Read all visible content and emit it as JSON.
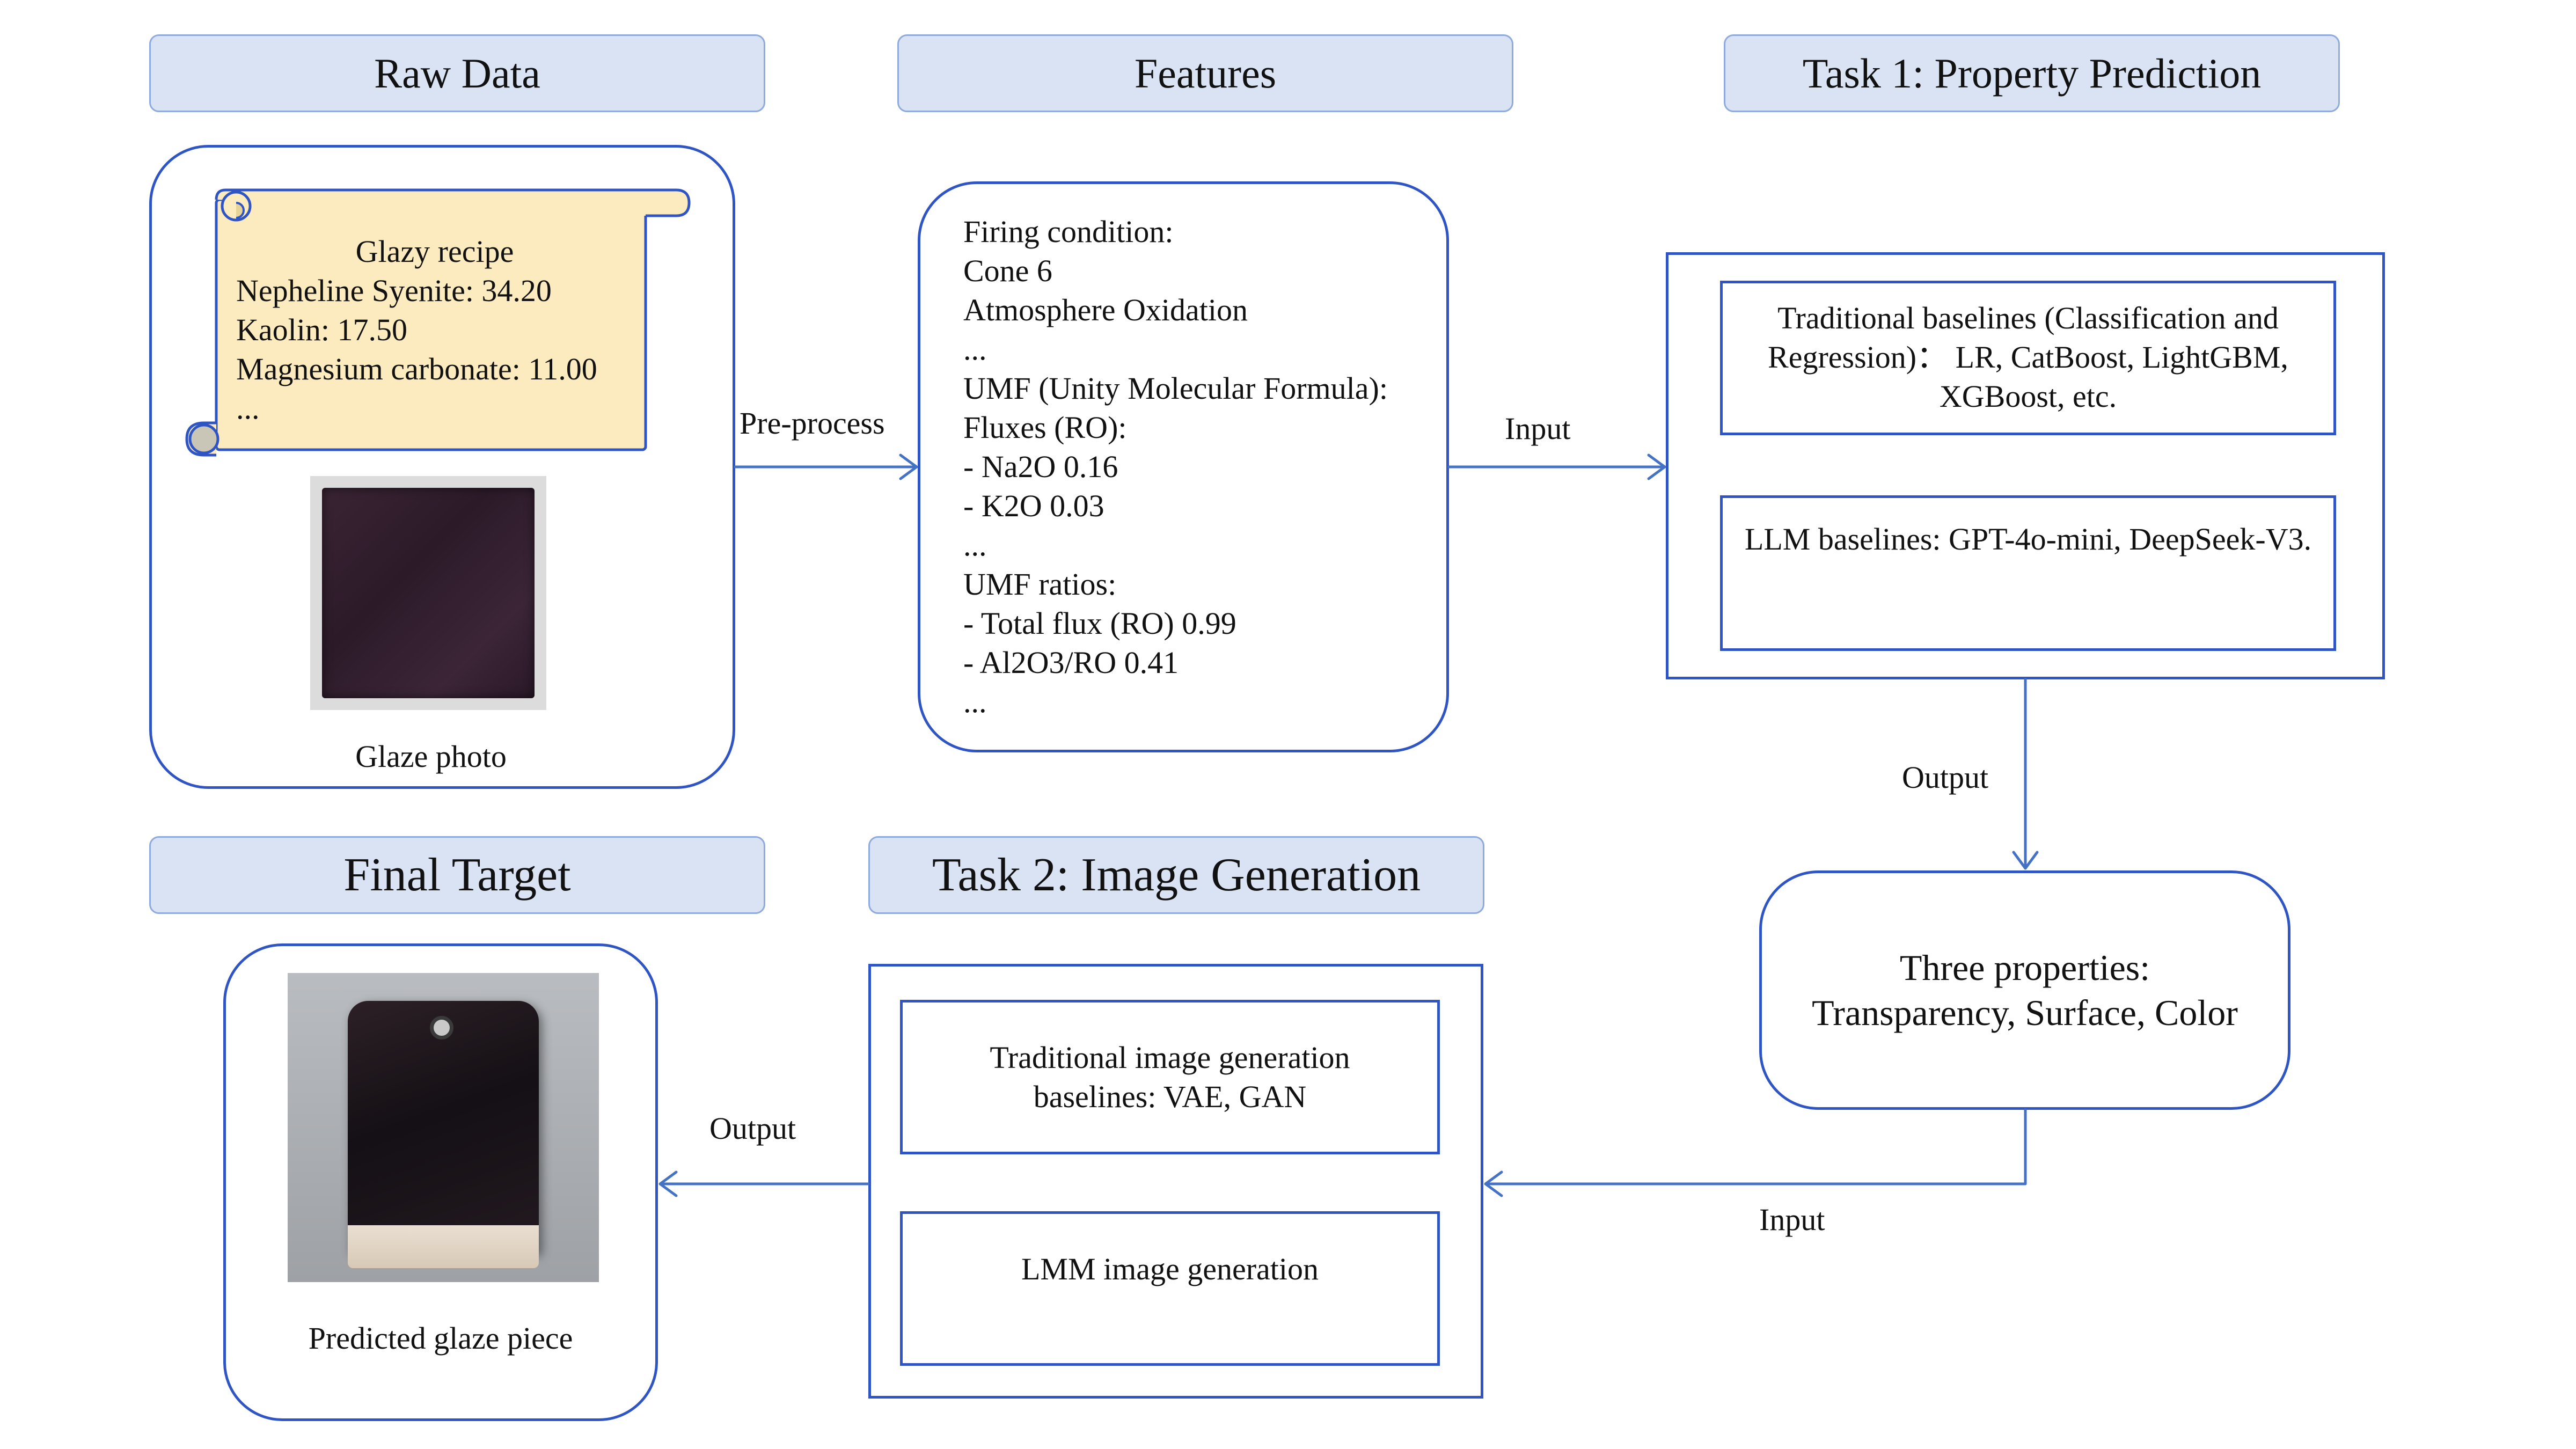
{
  "headers": {
    "raw_data": "Raw Data",
    "features": "Features",
    "task1": "Task 1: Property Prediction",
    "final_target": "Final Target",
    "task2": "Task 2: Image Generation"
  },
  "raw_data": {
    "recipe_title": "Glazy recipe",
    "recipe_lines": [
      "Nepheline Syenite: 34.20",
      "Kaolin: 17.50",
      "Magnesium carbonate: 11.00",
      "..."
    ],
    "photo_caption": "Glaze photo"
  },
  "features": {
    "lines": [
      "Firing condition:",
      "Cone 6",
      "Atmosphere Oxidation",
      "...",
      "UMF (Unity Molecular Formula):",
      "Fluxes (RO):",
      "- Na2O 0.16",
      "- K2O 0.03",
      "...",
      "UMF ratios:",
      "- Total flux (RO) 0.99",
      "- Al2O3/RO 0.41",
      "..."
    ]
  },
  "task1": {
    "traditional": "Traditional baselines (Classification and Regression)： LR, CatBoost, LightGBM, XGBoost, etc.",
    "llm": "LLM baselines:  GPT-4o-mini, DeepSeek-V3."
  },
  "properties": {
    "title": "Three properties:",
    "list": "Transparency, Surface, Color"
  },
  "task2": {
    "traditional": "Traditional image generation baselines: VAE, GAN",
    "lmm": "LMM image generation"
  },
  "final_target": {
    "caption": "Predicted glaze piece"
  },
  "edge_labels": {
    "preprocess": "Pre-process",
    "input1": "Input",
    "output1": "Output",
    "input2": "Input",
    "output2": "Output"
  },
  "colors": {
    "header_fill": "#dae3f3",
    "header_border": "#8faadc",
    "box_border": "#2f55c4",
    "arrow": "#4472c4",
    "scroll_fill": "#fdebc0"
  }
}
